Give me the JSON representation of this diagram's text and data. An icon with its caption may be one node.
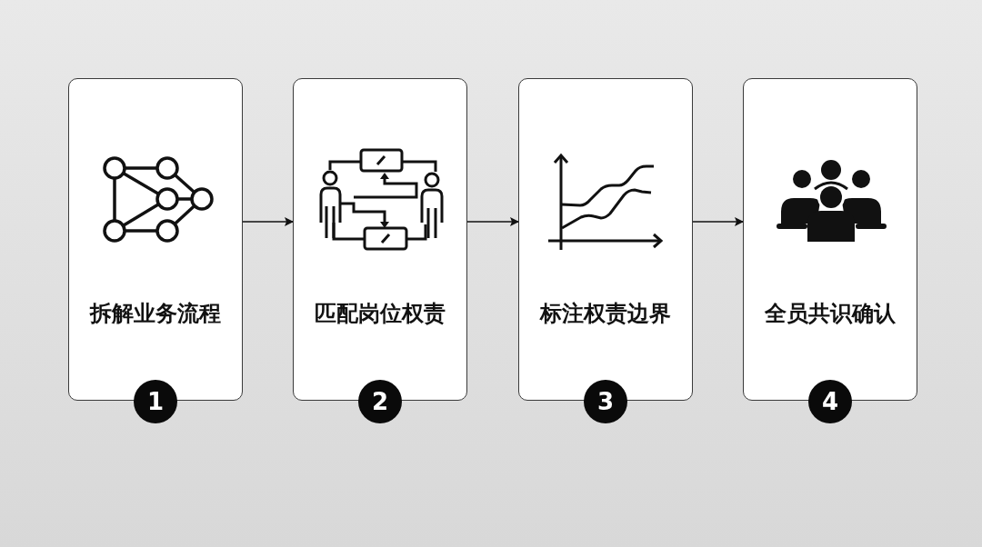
{
  "diagram": {
    "nodes": [
      {
        "text": [
          "拆解业务流程"
        ]
      },
      {
        "text": [
          "1"
        ]
      },
      {
        "text": [
          "匹配岗位权责"
        ]
      },
      {
        "text": [
          "2"
        ]
      },
      {
        "text": [
          "标注权责边界"
        ]
      },
      {
        "text": [
          "3"
        ]
      },
      {
        "text": [
          "全员共识确认"
        ]
      },
      {
        "text": [
          "4"
        ]
      }
    ],
    "edges": [
      {
        "from": 0,
        "to": 2,
        "arrow": "to"
      },
      {
        "from": 2,
        "to": 4,
        "arrow": "to"
      },
      {
        "from": 4,
        "to": 6,
        "arrow": "to"
      }
    ]
  }
}
